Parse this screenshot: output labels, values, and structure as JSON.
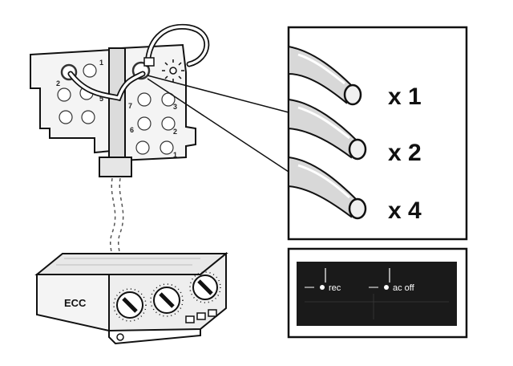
{
  "callout_multipliers": [
    {
      "label": "x 1"
    },
    {
      "label": "x 2"
    },
    {
      "label": "x 4"
    }
  ],
  "control_panel": {
    "button_left_label": "rec",
    "button_right_label": "ac off"
  },
  "unit_label": "ECC",
  "pin_labels": [
    "2",
    "1",
    "7",
    "3",
    "5",
    "6",
    "2",
    "1"
  ],
  "colors": {
    "line": "#111111",
    "panel_background": "#1a1a1a",
    "connector_fill": "#f4f4f4",
    "shading": "#cfcfcf"
  }
}
